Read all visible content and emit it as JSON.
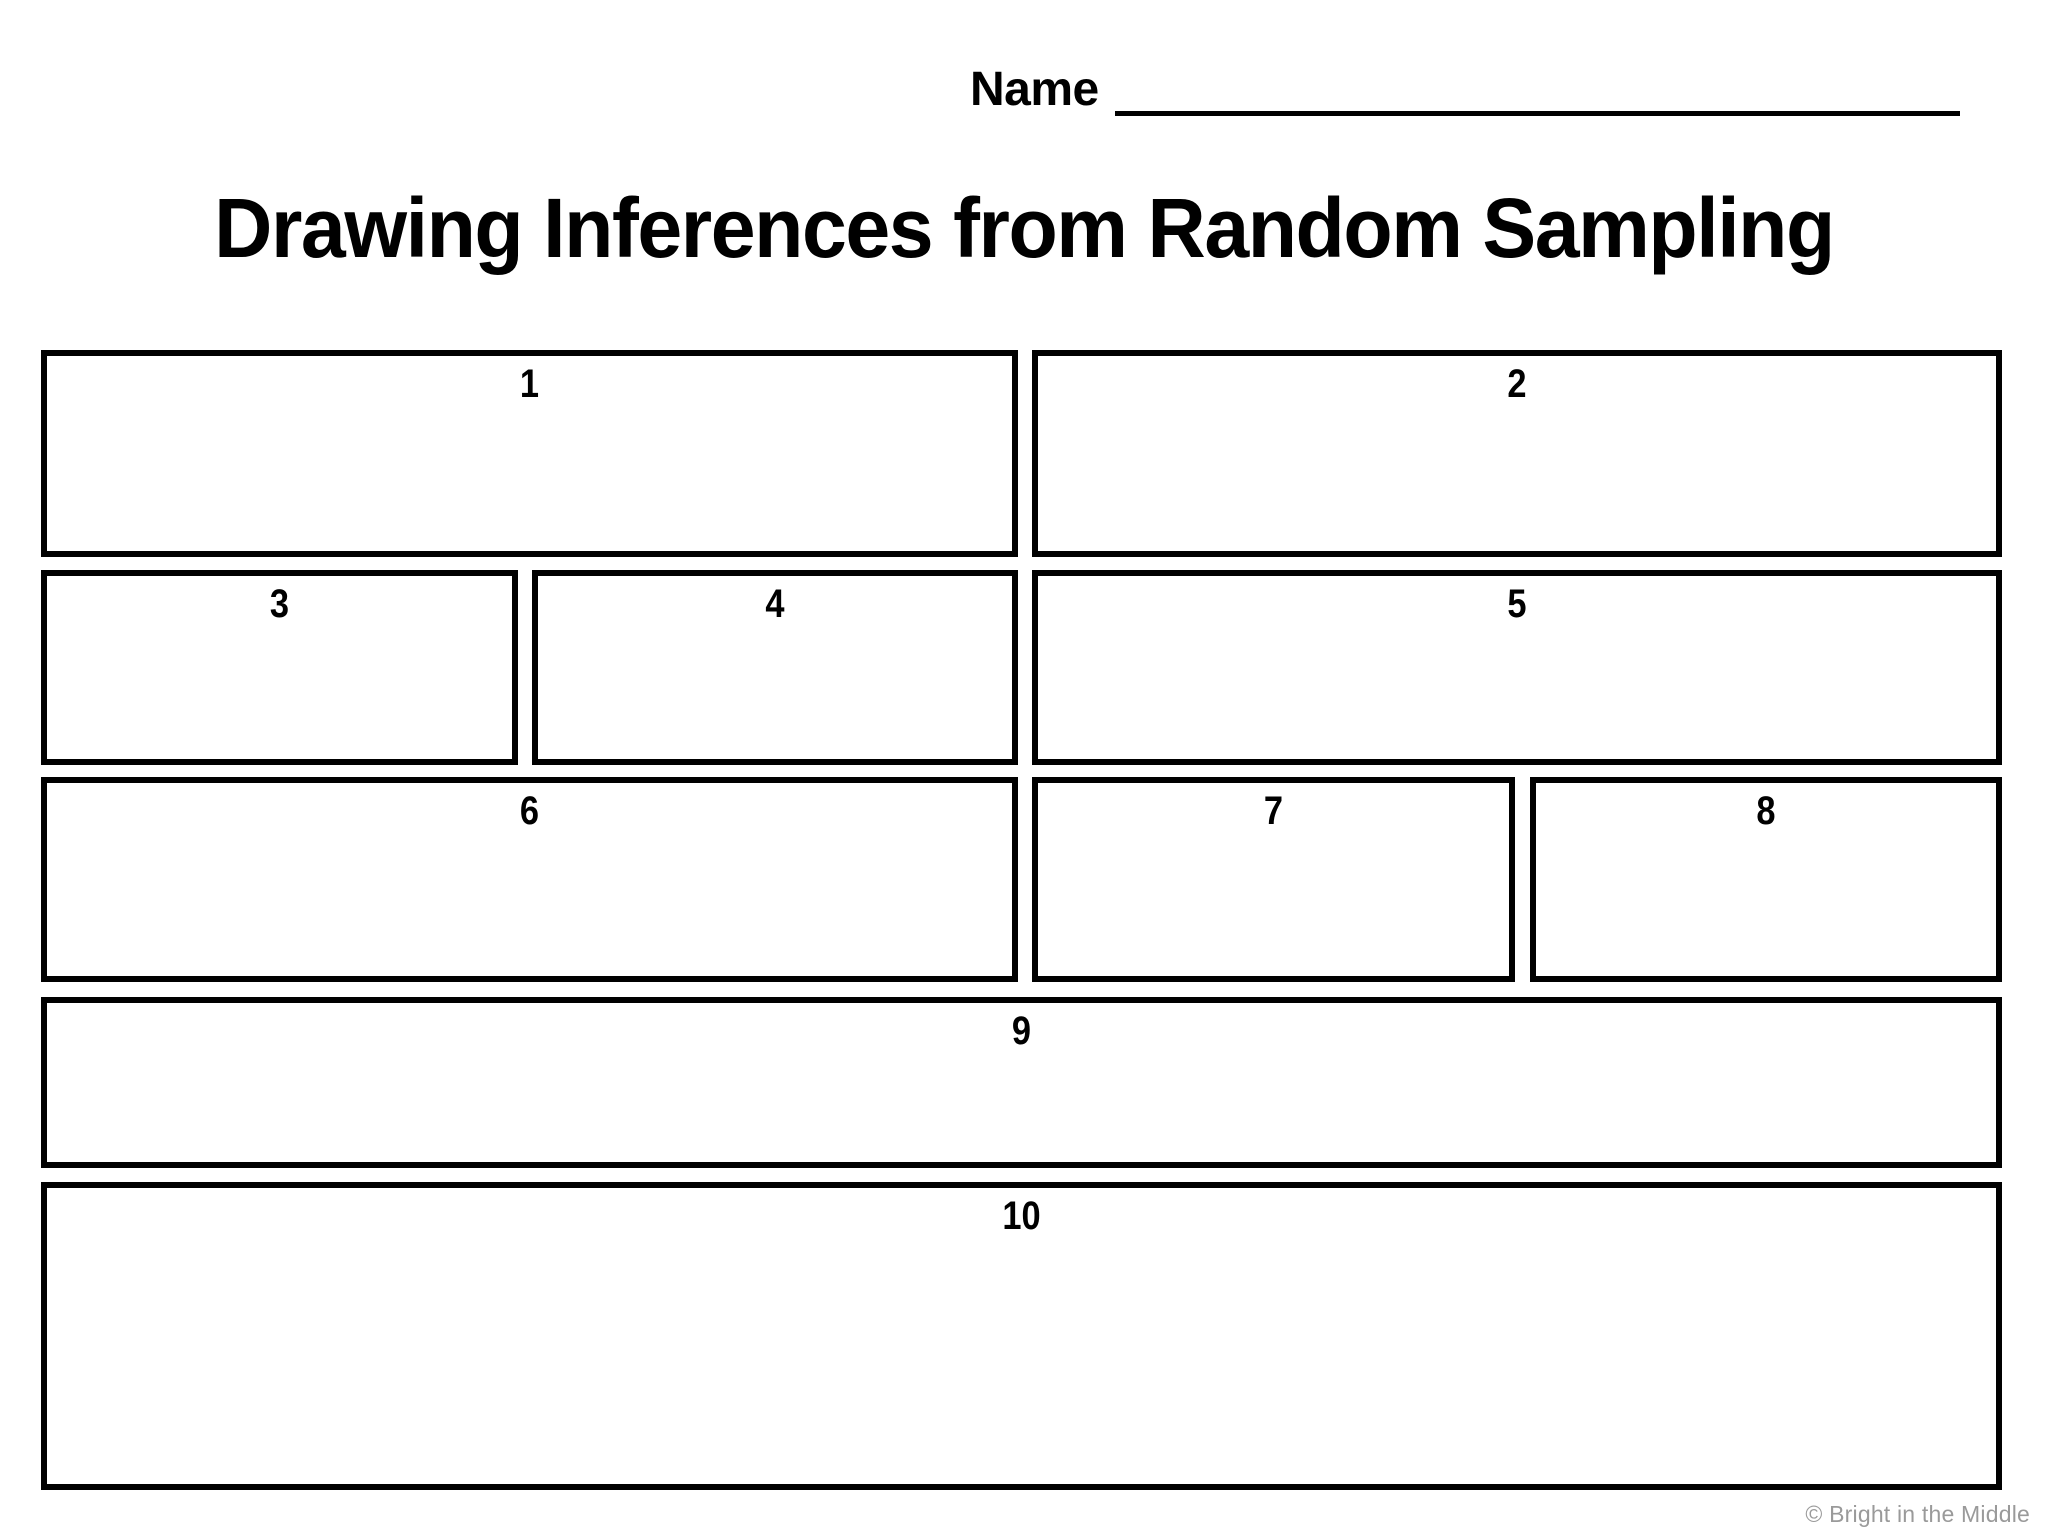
{
  "page": {
    "background_color": "#ffffff",
    "ink_color": "#000000"
  },
  "header": {
    "name_label": "Name",
    "name_value": ""
  },
  "title": "Drawing Inferences from Random Sampling",
  "boxes": [
    {
      "number": "1"
    },
    {
      "number": "2"
    },
    {
      "number": "3"
    },
    {
      "number": "4"
    },
    {
      "number": "5"
    },
    {
      "number": "6"
    },
    {
      "number": "7"
    },
    {
      "number": "8"
    },
    {
      "number": "9"
    },
    {
      "number": "10"
    }
  ],
  "footer": {
    "copyright": "© Bright in the Middle",
    "color": "#9a9a9a"
  }
}
